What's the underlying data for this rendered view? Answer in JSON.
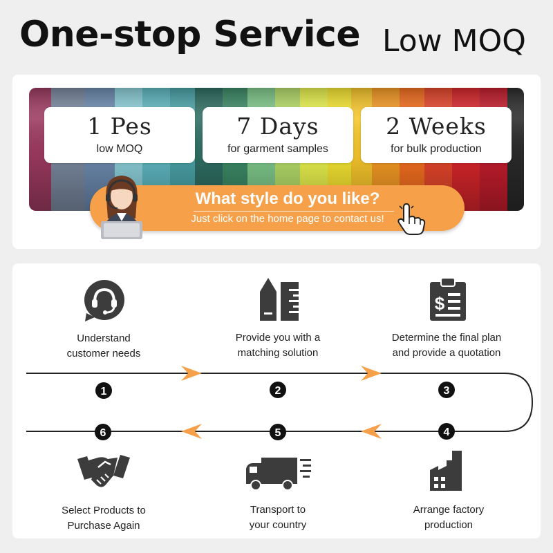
{
  "header": {
    "title": "One-stop Service",
    "subtitle": "Low MOQ"
  },
  "stats": [
    {
      "value": "1 Pes",
      "label": "low MOQ"
    },
    {
      "value": "7 Days",
      "label": "for garment samples"
    },
    {
      "value": "2 Weeks",
      "label": "for bulk production"
    }
  ],
  "cta": {
    "title": "What style do you like?",
    "subtitle": "Just click on the home page to contact us!"
  },
  "steps": [
    {
      "number": "1",
      "line1": "Understand",
      "line2": "customer needs",
      "icon": "customer-service-icon"
    },
    {
      "number": "2",
      "line1": "Provide you with a",
      "line2": "matching solution",
      "icon": "design-tools-icon"
    },
    {
      "number": "3",
      "line1": "Determine the final plan",
      "line2": "and provide a quotation",
      "icon": "quotation-clipboard-icon"
    },
    {
      "number": "4",
      "line1": "Arrange factory",
      "line2": "production",
      "icon": "factory-icon"
    },
    {
      "number": "5",
      "line1": "Transport to",
      "line2": "your country",
      "icon": "delivery-truck-icon"
    },
    {
      "number": "6",
      "line1": "Select Products to",
      "line2": "Purchase Again",
      "icon": "handshake-icon"
    }
  ],
  "colors": {
    "accent": "#f6a04a",
    "icon": "#3c3c3c",
    "text": "#222222"
  }
}
